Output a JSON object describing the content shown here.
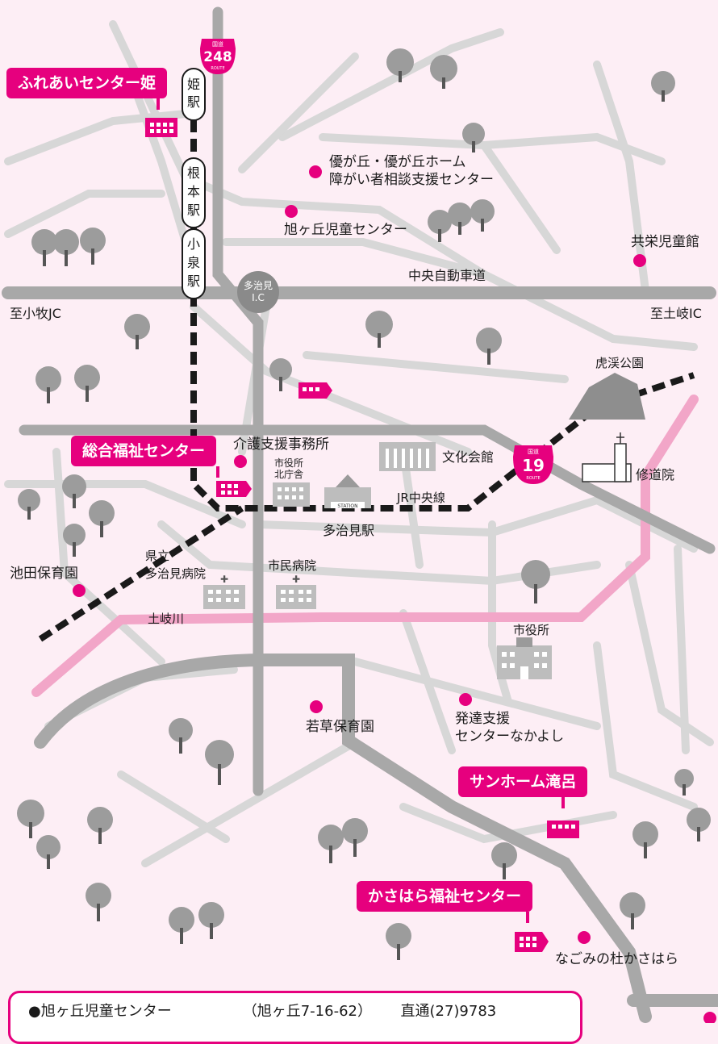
{
  "colors": {
    "background": "#fdeef5",
    "road_main": "#a8a8a8",
    "road_minor": "#d7d7d7",
    "river": "#f2a6c8",
    "accent": "#e6007e",
    "rail": "#1a1a1a"
  },
  "routes": {
    "r248": {
      "label": "国道",
      "number": "248",
      "sub": "ROUTE"
    },
    "r19": {
      "label": "国道",
      "number": "19",
      "sub": "ROUTE"
    },
    "ic": "多治見\nI.C"
  },
  "highway": {
    "name": "中央自動車道",
    "west": "至小牧JC",
    "east": "至土岐IC"
  },
  "stations": {
    "hime": "姫駅",
    "nemoto": "根本駅",
    "koizumi": "小泉駅",
    "tajimi": "多治見駅",
    "jr_line": "JR中央線"
  },
  "callouts": {
    "fureai": "ふれあいセンター姫",
    "sogo": "総合福祉センター",
    "sunhome": "サンホーム滝呂",
    "kasahara": "かさはら福祉センター"
  },
  "places": {
    "yugaoka": "優が丘・優が丘ホーム",
    "yugaoka2": "障がい者相談支援センター",
    "asahigaoka": "旭ヶ丘児童センター",
    "kyoei": "共栄児童館",
    "kokei_park": "虎渓公園",
    "shudoin": "修道院",
    "bunka": "文化会館",
    "kaigo": "介護支援事務所",
    "city_north1": "市役所",
    "city_north2": "北庁舎",
    "station_sign": "STATION",
    "kenritsu1": "県立",
    "kenritsu2": "多治見病院",
    "shimin": "市民病院",
    "ikeda": "池田保育園",
    "tokigawa": "土岐川",
    "city_hall": "市役所",
    "wakakusa": "若草保育園",
    "hattatsu1": "発達支援",
    "hattatsu2": "センターなかよし",
    "nagomi": "なごみの杜かさはら"
  },
  "legend": {
    "name": "●旭ヶ丘児童センター",
    "address": "（旭ヶ丘7-16-62）",
    "phone": "直通(27)9783"
  }
}
